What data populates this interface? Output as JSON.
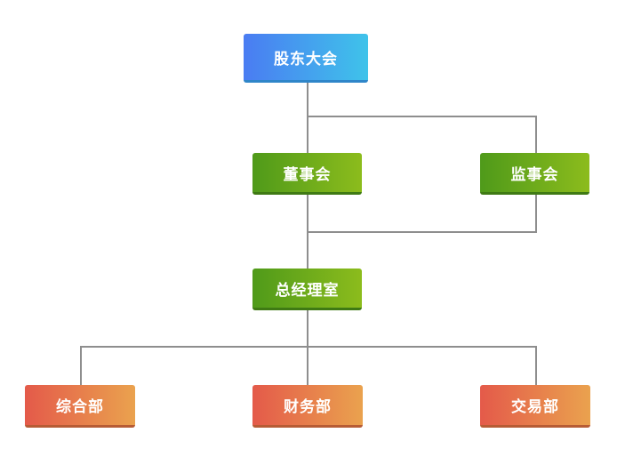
{
  "org_chart": {
    "nodes": {
      "shareholders": "股东大会",
      "board": "董事会",
      "supervisory": "监事会",
      "gm_office": "总经理室",
      "general_dept": "综合部",
      "finance_dept": "财务部",
      "trading_dept": "交易部"
    },
    "colors": {
      "top_level": "#4a7cf2",
      "governance": "#6fa81a",
      "department": "#e8764b",
      "connector": "#8e8e8e"
    }
  }
}
